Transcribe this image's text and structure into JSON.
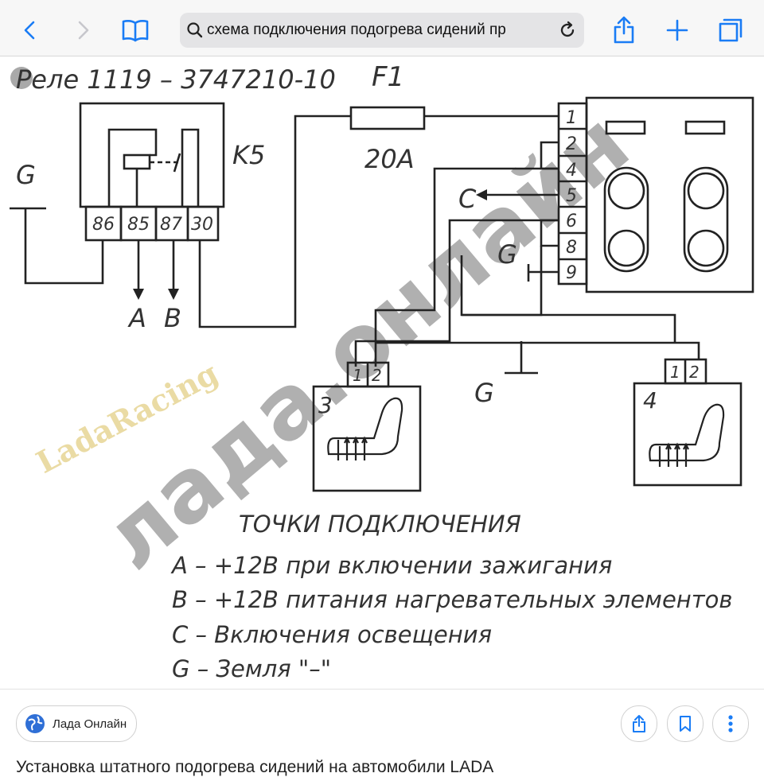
{
  "browser": {
    "search_query": "схема подключения подогрева сидений пр",
    "buttons": [
      "back",
      "forward",
      "bookmarks",
      "share",
      "new-tab",
      "tabs"
    ]
  },
  "diagram": {
    "relay_title": "Реле 1119 – 3747210-10",
    "fuse_label": "F1",
    "fuse_rating": "20A",
    "relay_ref": "K5",
    "relay_pins": [
      "86",
      "85",
      "87",
      "30"
    ],
    "connector_pins": [
      "1",
      "2",
      "4",
      "5",
      "6",
      "8",
      "9"
    ],
    "ground_symbol": "G",
    "point_a": "A",
    "point_b": "B",
    "point_c": "C",
    "seat_left_number": "3",
    "seat_right_number": "4",
    "seat_pins": [
      "1",
      "2"
    ],
    "legend_title": "ТОЧКИ ПОДКЛЮЧЕНИЯ",
    "legend_items": [
      "A – +12В при включении зажигания",
      "В – +12В питания нагревательных элементов",
      "С – Включения освещения",
      "G – Земля \"–\""
    ],
    "watermark_main": "лада.онлайн",
    "watermark_secondary": "LadaRacing"
  },
  "footer": {
    "source_name": "Лада Онлайн",
    "caption": "Установка штатного подогрева сидений на автомобили LADA"
  },
  "colors": {
    "accent": "#1a7cf5",
    "chrome": "#f7f7f7",
    "drawing": "#222222"
  }
}
